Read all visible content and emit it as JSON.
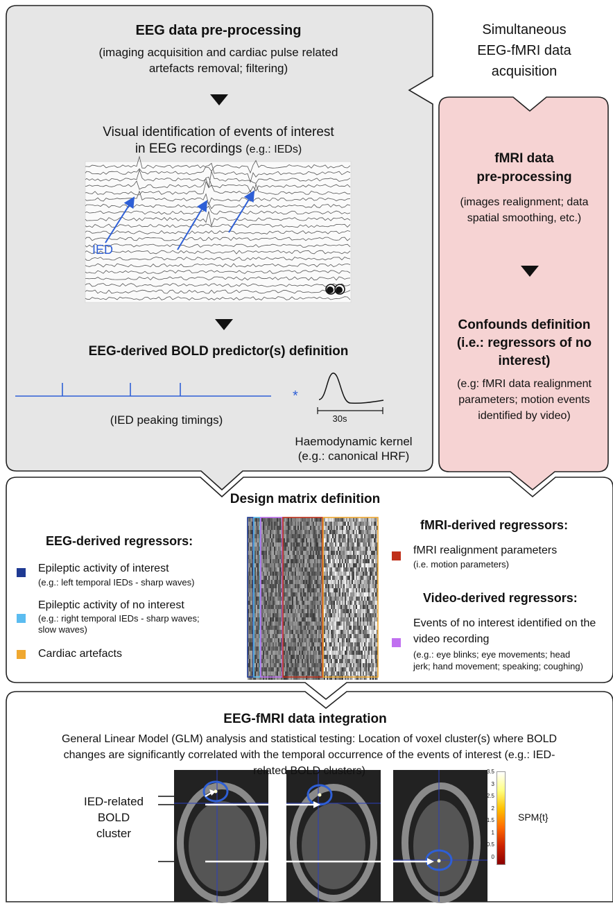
{
  "top_panel": {
    "title": "EEG data pre-processing",
    "subtitle_line1": "(imaging acquisition and cardiac pulse related",
    "subtitle_line2": "artefacts removal; filtering)",
    "visual_id_line1": "Visual identification of events of interest",
    "visual_id_line2": "in EEG recordings",
    "visual_id_suffix": "(e.g.: IEDs)",
    "ied_label": "IED",
    "predictor_title": "EEG-derived BOLD predictor(s) definition",
    "peaking_label": "(IED peaking timings)",
    "convolution_symbol": "*",
    "kernel_time": "30s",
    "kernel_line1": "Haemodynamic kernel",
    "kernel_line2": "(e.g.: canonical HRF)"
  },
  "acquisition": {
    "line1": "Simultaneous",
    "line2": "EEG-fMRI data",
    "line3": "acquisition"
  },
  "fmri_panel": {
    "title_line1": "fMRI data",
    "title_line2": "pre-processing",
    "desc_line1": "(images realignment; data",
    "desc_line2": "spatial smoothing, etc.)",
    "confounds_line1": "Confounds definition",
    "confounds_line2": "(i.e.: regressors of no",
    "confounds_line3": "interest)",
    "conf_desc_line1": "(e.g: fMRI data realignment",
    "conf_desc_line2": "parameters; motion events",
    "conf_desc_line3": "identified by video)"
  },
  "design": {
    "title": "Design matrix definition",
    "eeg_heading": "EEG-derived regressors:",
    "eeg_items": [
      {
        "label": "Epileptic activity of interest",
        "note": "(e.g.: left temporal IEDs - sharp waves)",
        "color": "#1f3a93"
      },
      {
        "label": "Epileptic activity of no interest",
        "note_line1": "(e.g.: right temporal IEDs - sharp waves;",
        "note_line2": "slow waves)",
        "color": "#5bbcf0"
      },
      {
        "label": "Cardiac artefacts",
        "color": "#f0a830"
      }
    ],
    "fmri_heading": "fMRI-derived regressors:",
    "fmri_item": {
      "label": "fMRI realignment parameters",
      "note": "(i.e. motion parameters)",
      "color": "#c0301a"
    },
    "video_heading": "Video-derived regressors:",
    "video_item": {
      "line1": "Events of no interest identified on the",
      "line2": "video recording",
      "note_line1": "(e.g.: eye blinks; eye movements; head",
      "note_line2": "jerk; hand movement; speaking; coughing)",
      "color": "#c070f0"
    }
  },
  "integration": {
    "title": "EEG-fMRI data integration",
    "desc_line1": "General Linear Model (GLM) analysis and statistical testing: Location of voxel cluster(s) where BOLD",
    "desc_line2": "changes are significantly correlated with the temporal occurrence of the events of interest (e.g.: IED-",
    "desc_line3": "related BOLD clusters)",
    "cluster_line1": "IED-related",
    "cluster_line2": "BOLD",
    "cluster_line3": "cluster",
    "colorbar_label": "SPM{t}",
    "colorbar_ticks": [
      "3.5",
      "3",
      "2.5",
      "2",
      "1.5",
      "1",
      "0.5",
      "0"
    ]
  }
}
